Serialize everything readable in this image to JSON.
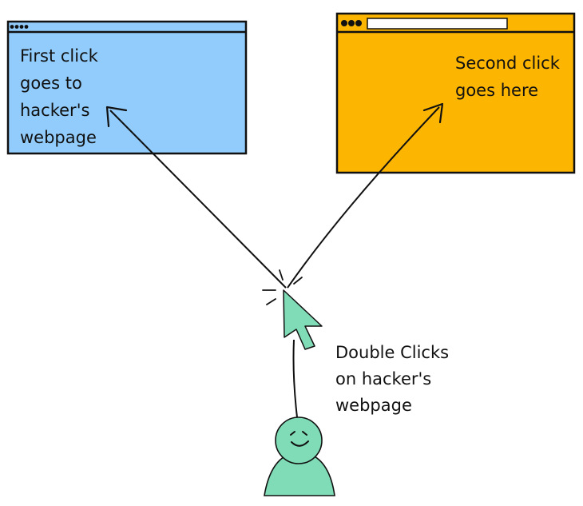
{
  "colors": {
    "blue_window": "#91ccfc",
    "orange_window": "#fcb500",
    "person": "#7fdcb7",
    "cursor": "#7fdcb7",
    "stroke": "#111111"
  },
  "icons": {
    "cursor": "mouse-pointer-icon",
    "person": "person-icon",
    "click_burst": "click-burst-icon"
  },
  "first_window": {
    "label_lines": [
      "First click",
      "goes to",
      "hacker's",
      "webpage"
    ]
  },
  "second_window": {
    "label_lines": [
      "Second click",
      "goes here"
    ]
  },
  "user": {
    "label_lines": [
      "Double Clicks",
      "on hacker's",
      "webpage"
    ]
  }
}
